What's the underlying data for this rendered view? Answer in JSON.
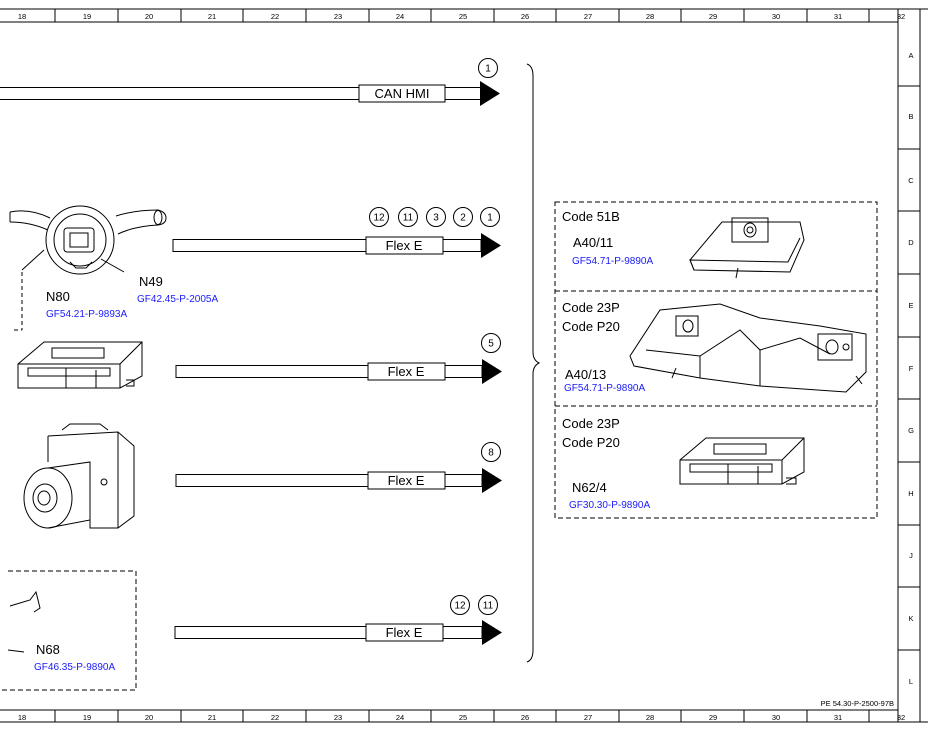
{
  "columns": [
    "18",
    "19",
    "20",
    "21",
    "22",
    "23",
    "24",
    "25",
    "26",
    "27",
    "28",
    "29",
    "30",
    "31",
    "32"
  ],
  "rows": [
    "A",
    "B",
    "C",
    "D",
    "E",
    "F",
    "G",
    "H",
    "J",
    "K",
    "L"
  ],
  "document_code": "PE 54.30-P-2500-97B",
  "lines": [
    {
      "label": "CAN HMI",
      "connectors": [
        "1"
      ]
    },
    {
      "label": "Flex E",
      "connectors": [
        "12",
        "11",
        "3",
        "2",
        "1"
      ]
    },
    {
      "label": "Flex E",
      "connectors": [
        "5"
      ]
    },
    {
      "label": "Flex E",
      "connectors": [
        "8"
      ]
    },
    {
      "label": "Flex E",
      "connectors": [
        "12",
        "11"
      ]
    }
  ],
  "left_components": [
    {
      "id": "N80",
      "ref": "GF54.21-P-9893A"
    },
    {
      "id": "N49",
      "ref": "GF42.45-P-2005A"
    },
    {
      "id": "N68",
      "ref": "GF46.35-P-9890A"
    }
  ],
  "right_boxes": [
    {
      "codes": [
        "Code 51B"
      ],
      "id": "A40/11",
      "ref": "GF54.71-P-9890A"
    },
    {
      "codes": [
        "Code 23P",
        "Code P20"
      ],
      "id": "A40/13",
      "ref": "GF54.71-P-9890A"
    },
    {
      "codes": [
        "Code 23P",
        "Code P20"
      ],
      "id": "N62/4",
      "ref": "GF30.30-P-9890A"
    }
  ]
}
